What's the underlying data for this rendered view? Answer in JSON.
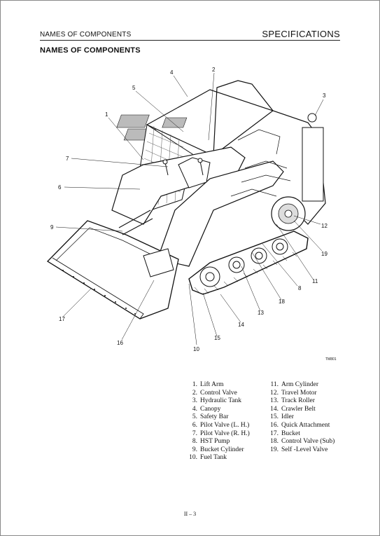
{
  "header": {
    "section": "NAMES OF COMPONENTS",
    "chapter": "SPECIFICATIONS"
  },
  "page_title": "NAMES OF COMPONENTS",
  "figure": {
    "code": "TM801",
    "callouts": [
      "1",
      "2",
      "3",
      "4",
      "5",
      "6",
      "7",
      "8",
      "9",
      "10",
      "11",
      "12",
      "13",
      "14",
      "15",
      "16",
      "17",
      "18",
      "19"
    ]
  },
  "legend": {
    "left": [
      {
        "num": "1.",
        "name": "Lift Arm"
      },
      {
        "num": "2.",
        "name": "Control Valve"
      },
      {
        "num": "3.",
        "name": "Hydraulic Tank"
      },
      {
        "num": "4.",
        "name": "Canopy"
      },
      {
        "num": "5.",
        "name": "Safety Bar"
      },
      {
        "num": "6.",
        "name": "Pilot Valve (L. H.)"
      },
      {
        "num": "7.",
        "name": "Pilot Valve (R. H.)"
      },
      {
        "num": "8.",
        "name": "HST Pump"
      },
      {
        "num": "9.",
        "name": "Bucket Cylinder"
      },
      {
        "num": "10.",
        "name": "Fuel Tank"
      }
    ],
    "right": [
      {
        "num": "11.",
        "name": "Arm Cylinder"
      },
      {
        "num": "12.",
        "name": "Travel Motor"
      },
      {
        "num": "13.",
        "name": "Track Roller"
      },
      {
        "num": "14.",
        "name": "Crawler Belt"
      },
      {
        "num": "15.",
        "name": "Idler"
      },
      {
        "num": "16.",
        "name": "Quick Attachment"
      },
      {
        "num": "17.",
        "name": "Bucket"
      },
      {
        "num": "18.",
        "name": "Control Valve (Sub)"
      },
      {
        "num": "19.",
        "name": "Self -Level Valve"
      }
    ]
  },
  "footer": {
    "page_number": "II – 3"
  }
}
